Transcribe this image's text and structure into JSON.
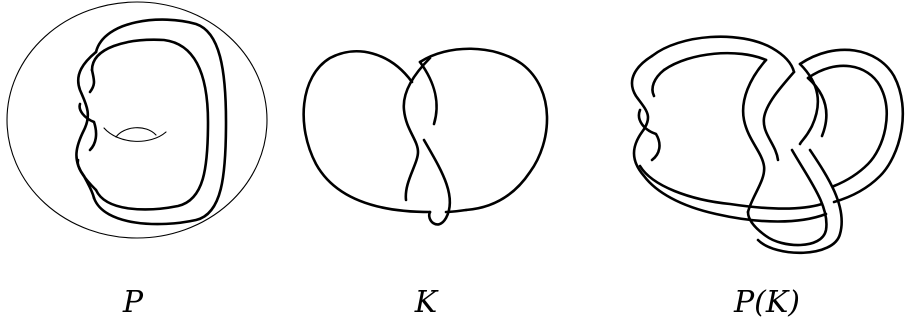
{
  "panels": [
    {
      "label": "P"
    },
    {
      "label": "K"
    },
    {
      "label": "P(K)"
    }
  ],
  "colors": {
    "background": "#ffffff",
    "ink": "#000000"
  }
}
